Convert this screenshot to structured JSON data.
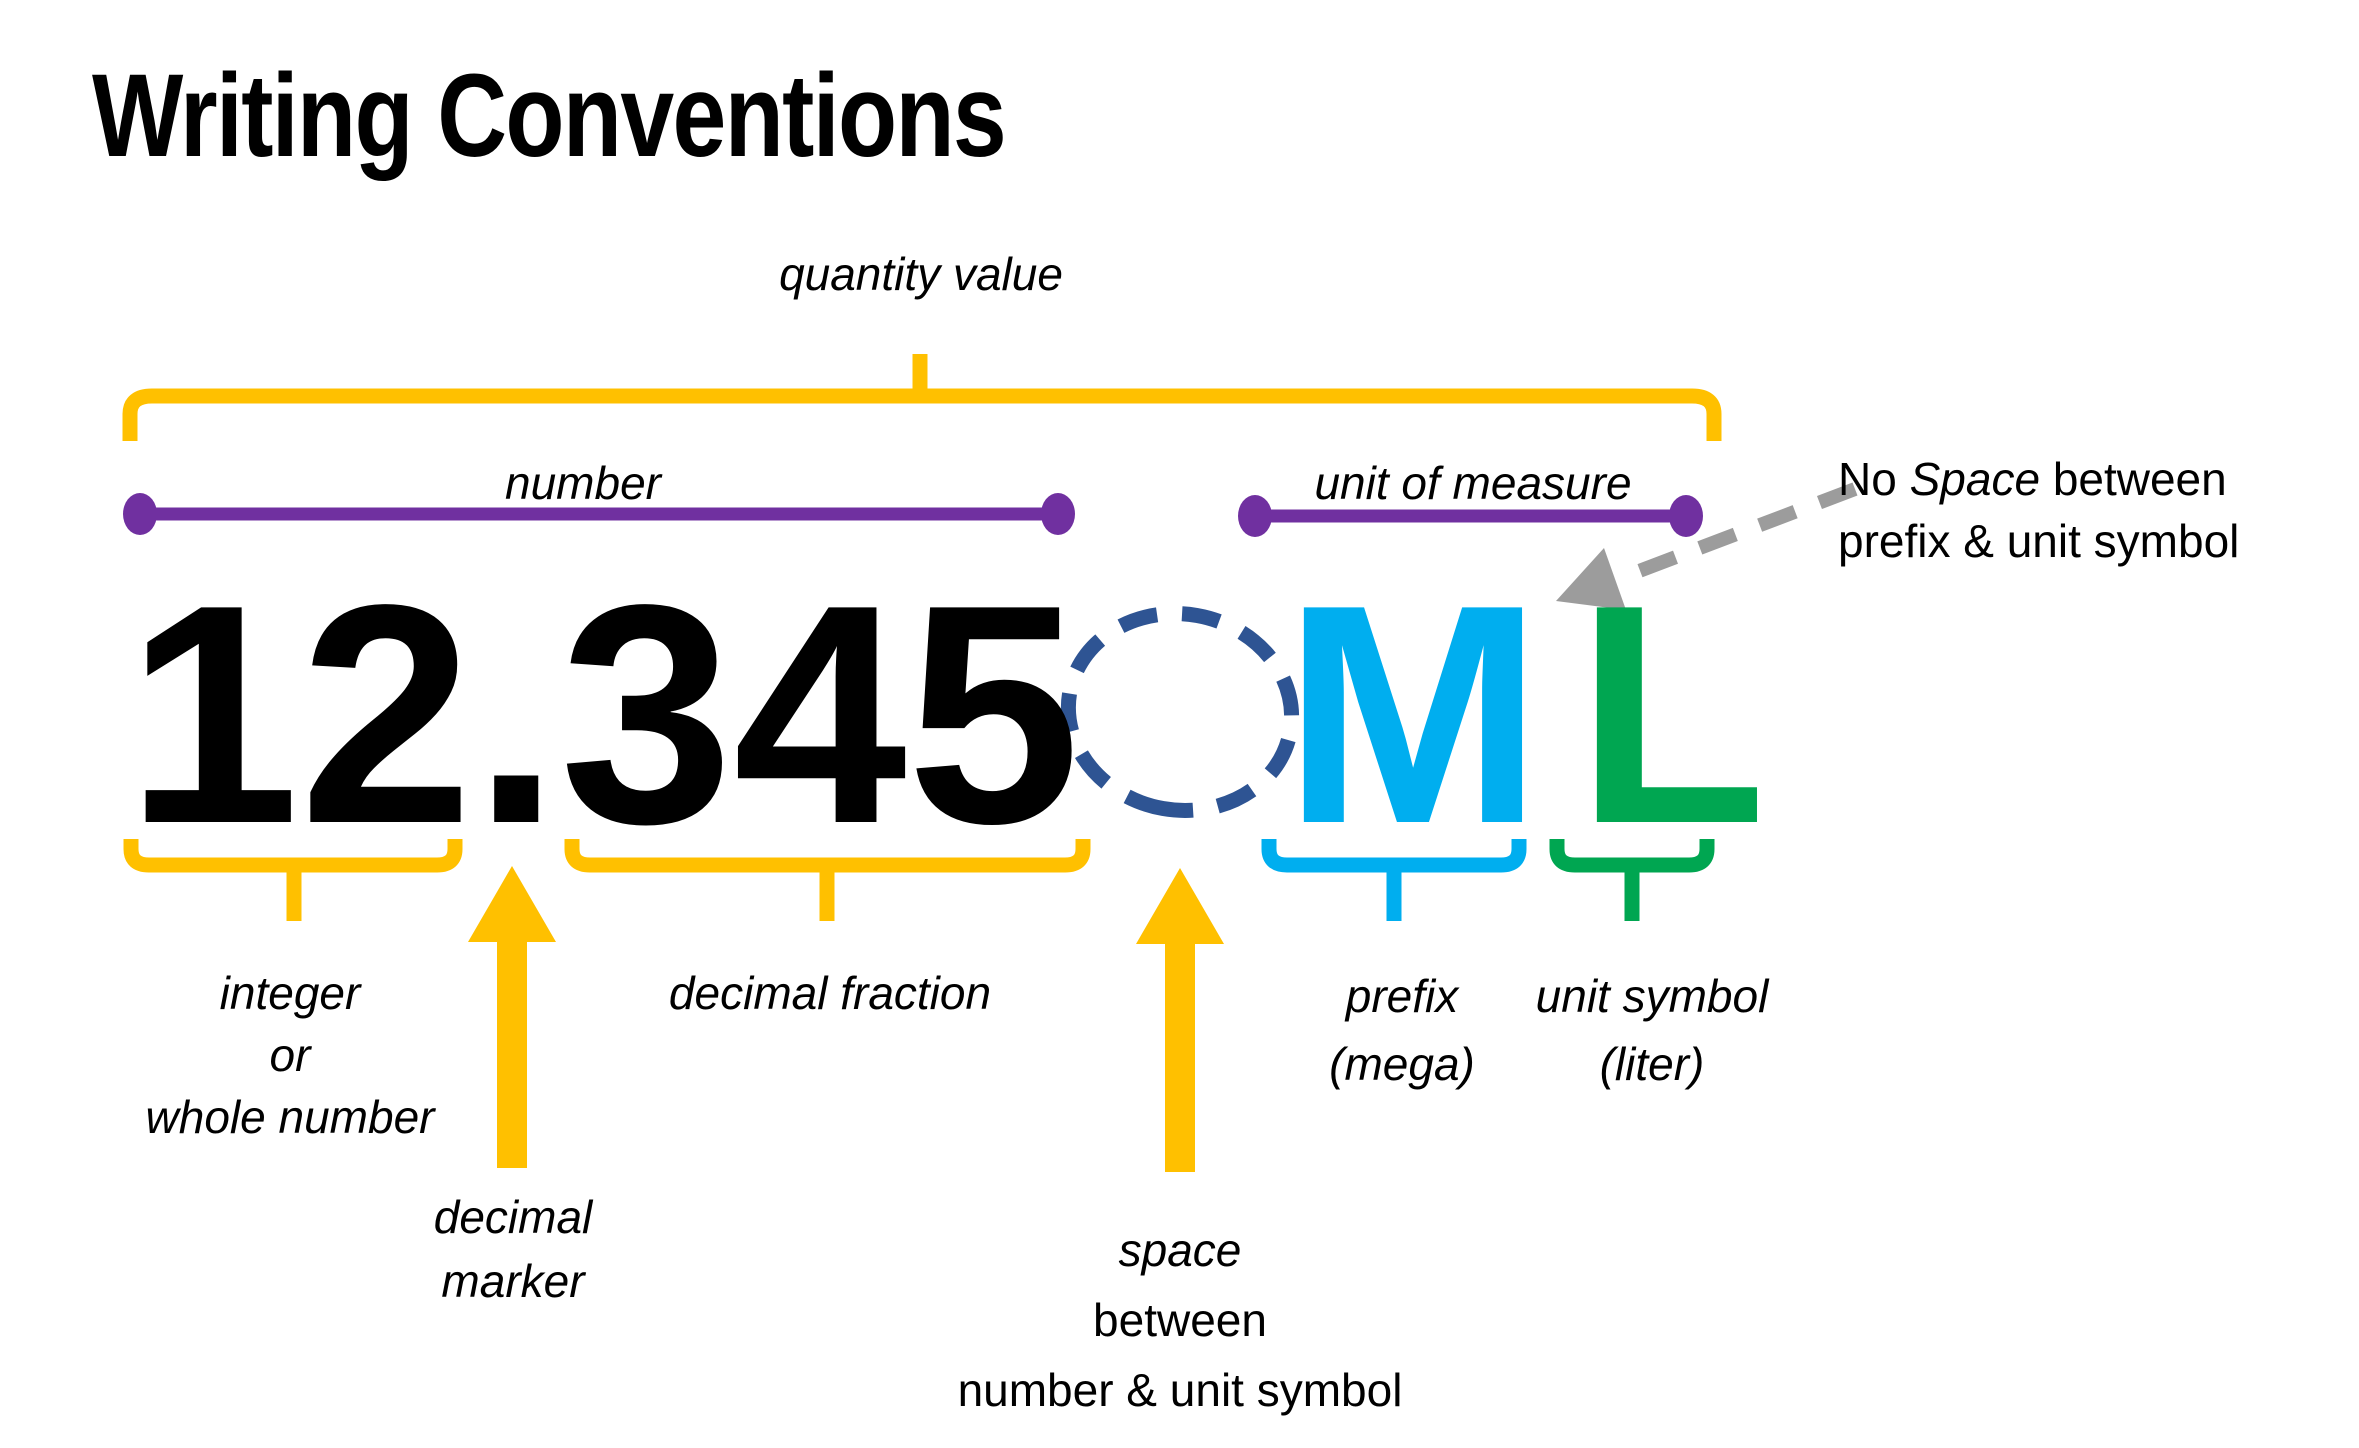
{
  "title": "Writing Conventions",
  "colors": {
    "c-yellow": "#FFC000",
    "c-purple": "#7030A0",
    "c-cyan": "#00AEEF",
    "c-green": "#00A651",
    "c-navy": "#2E5493",
    "c-gray": "#9C9C9C",
    "c-text": "#000000",
    "c-bg": "#FFFFFF"
  },
  "quantity": {
    "number": "12.345",
    "integer": "12",
    "decimal_marker": ".",
    "decimal_fraction": "345",
    "prefix_symbol": "M",
    "unit_symbol": "L"
  },
  "labels": {
    "quantity_value": "quantity value",
    "number": "number",
    "unit_of_measure": "unit of measure",
    "integer_lines": [
      "integer",
      "or",
      "whole number"
    ],
    "decimal_marker_lines": [
      "decimal",
      "marker"
    ],
    "decimal_fraction": "decimal fraction",
    "space_lines": [
      "space",
      "between",
      "number & unit symbol"
    ],
    "prefix_lines": [
      "prefix",
      "(mega)"
    ],
    "unit_symbol_lines": [
      "unit symbol",
      "(liter)"
    ],
    "no_space": {
      "pre": "No",
      "italic": "Space",
      "post": "between",
      "line2": "prefix & unit symbol"
    }
  }
}
